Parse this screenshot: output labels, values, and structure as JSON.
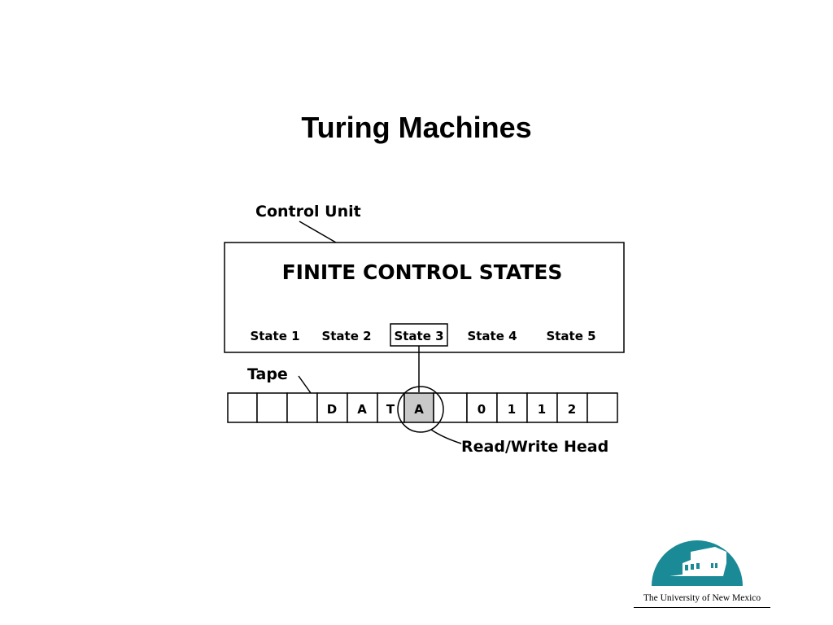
{
  "title": "Turing Machines",
  "diagram": {
    "control_unit_label": "Control Unit",
    "box_heading": "FINITE CONTROL STATES",
    "states": [
      "State 1",
      "State 2",
      "State 3",
      "State 4",
      "State 5"
    ],
    "active_state": "State 3",
    "tape_label": "Tape",
    "tape_cells": [
      "",
      "",
      "",
      "D",
      "A",
      "T",
      "A",
      "",
      "0",
      "1",
      "1",
      "2",
      ""
    ],
    "head_cell_value": "A",
    "head_label": "Read/Write Head"
  },
  "logo": {
    "caption": "The University of New Mexico",
    "color": "#1a8a96"
  }
}
